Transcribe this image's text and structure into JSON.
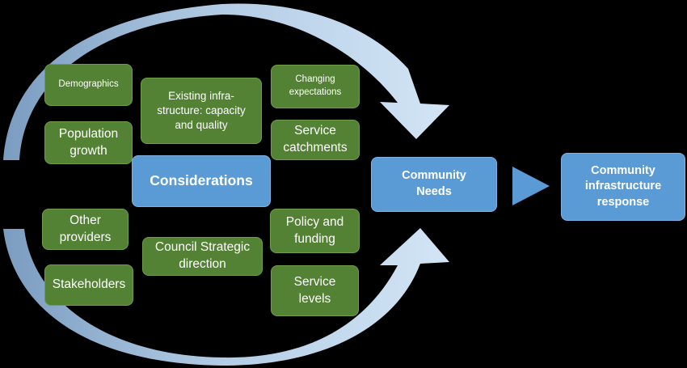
{
  "nodes": {
    "demographics": "Demographics",
    "existing_infrastructure": "Existing infra-\nstructure: capacity\nand quality",
    "changing_expectations": "Changing\nexpectations",
    "population_growth": "Population\ngrowth",
    "service_catchments": "Service\ncatchments",
    "considerations": "Considerations",
    "community_needs": "Community\nNeeds",
    "community_infrastructure_response": "Community\ninfrastructure\nresponse",
    "other_providers": "Other\nproviders",
    "policy_and_funding": "Policy and\nfunding",
    "council_strategic_direction": "Council Strategic\ndirection",
    "stakeholders": "Stakeholders",
    "service_levels": "Service\nlevels"
  },
  "colors": {
    "background": "#000000",
    "green_box": "#548235",
    "blue_box": "#5b9bd5",
    "arrow_light": "#c6dcf1",
    "arrow_dark": "#8fb2d4"
  }
}
